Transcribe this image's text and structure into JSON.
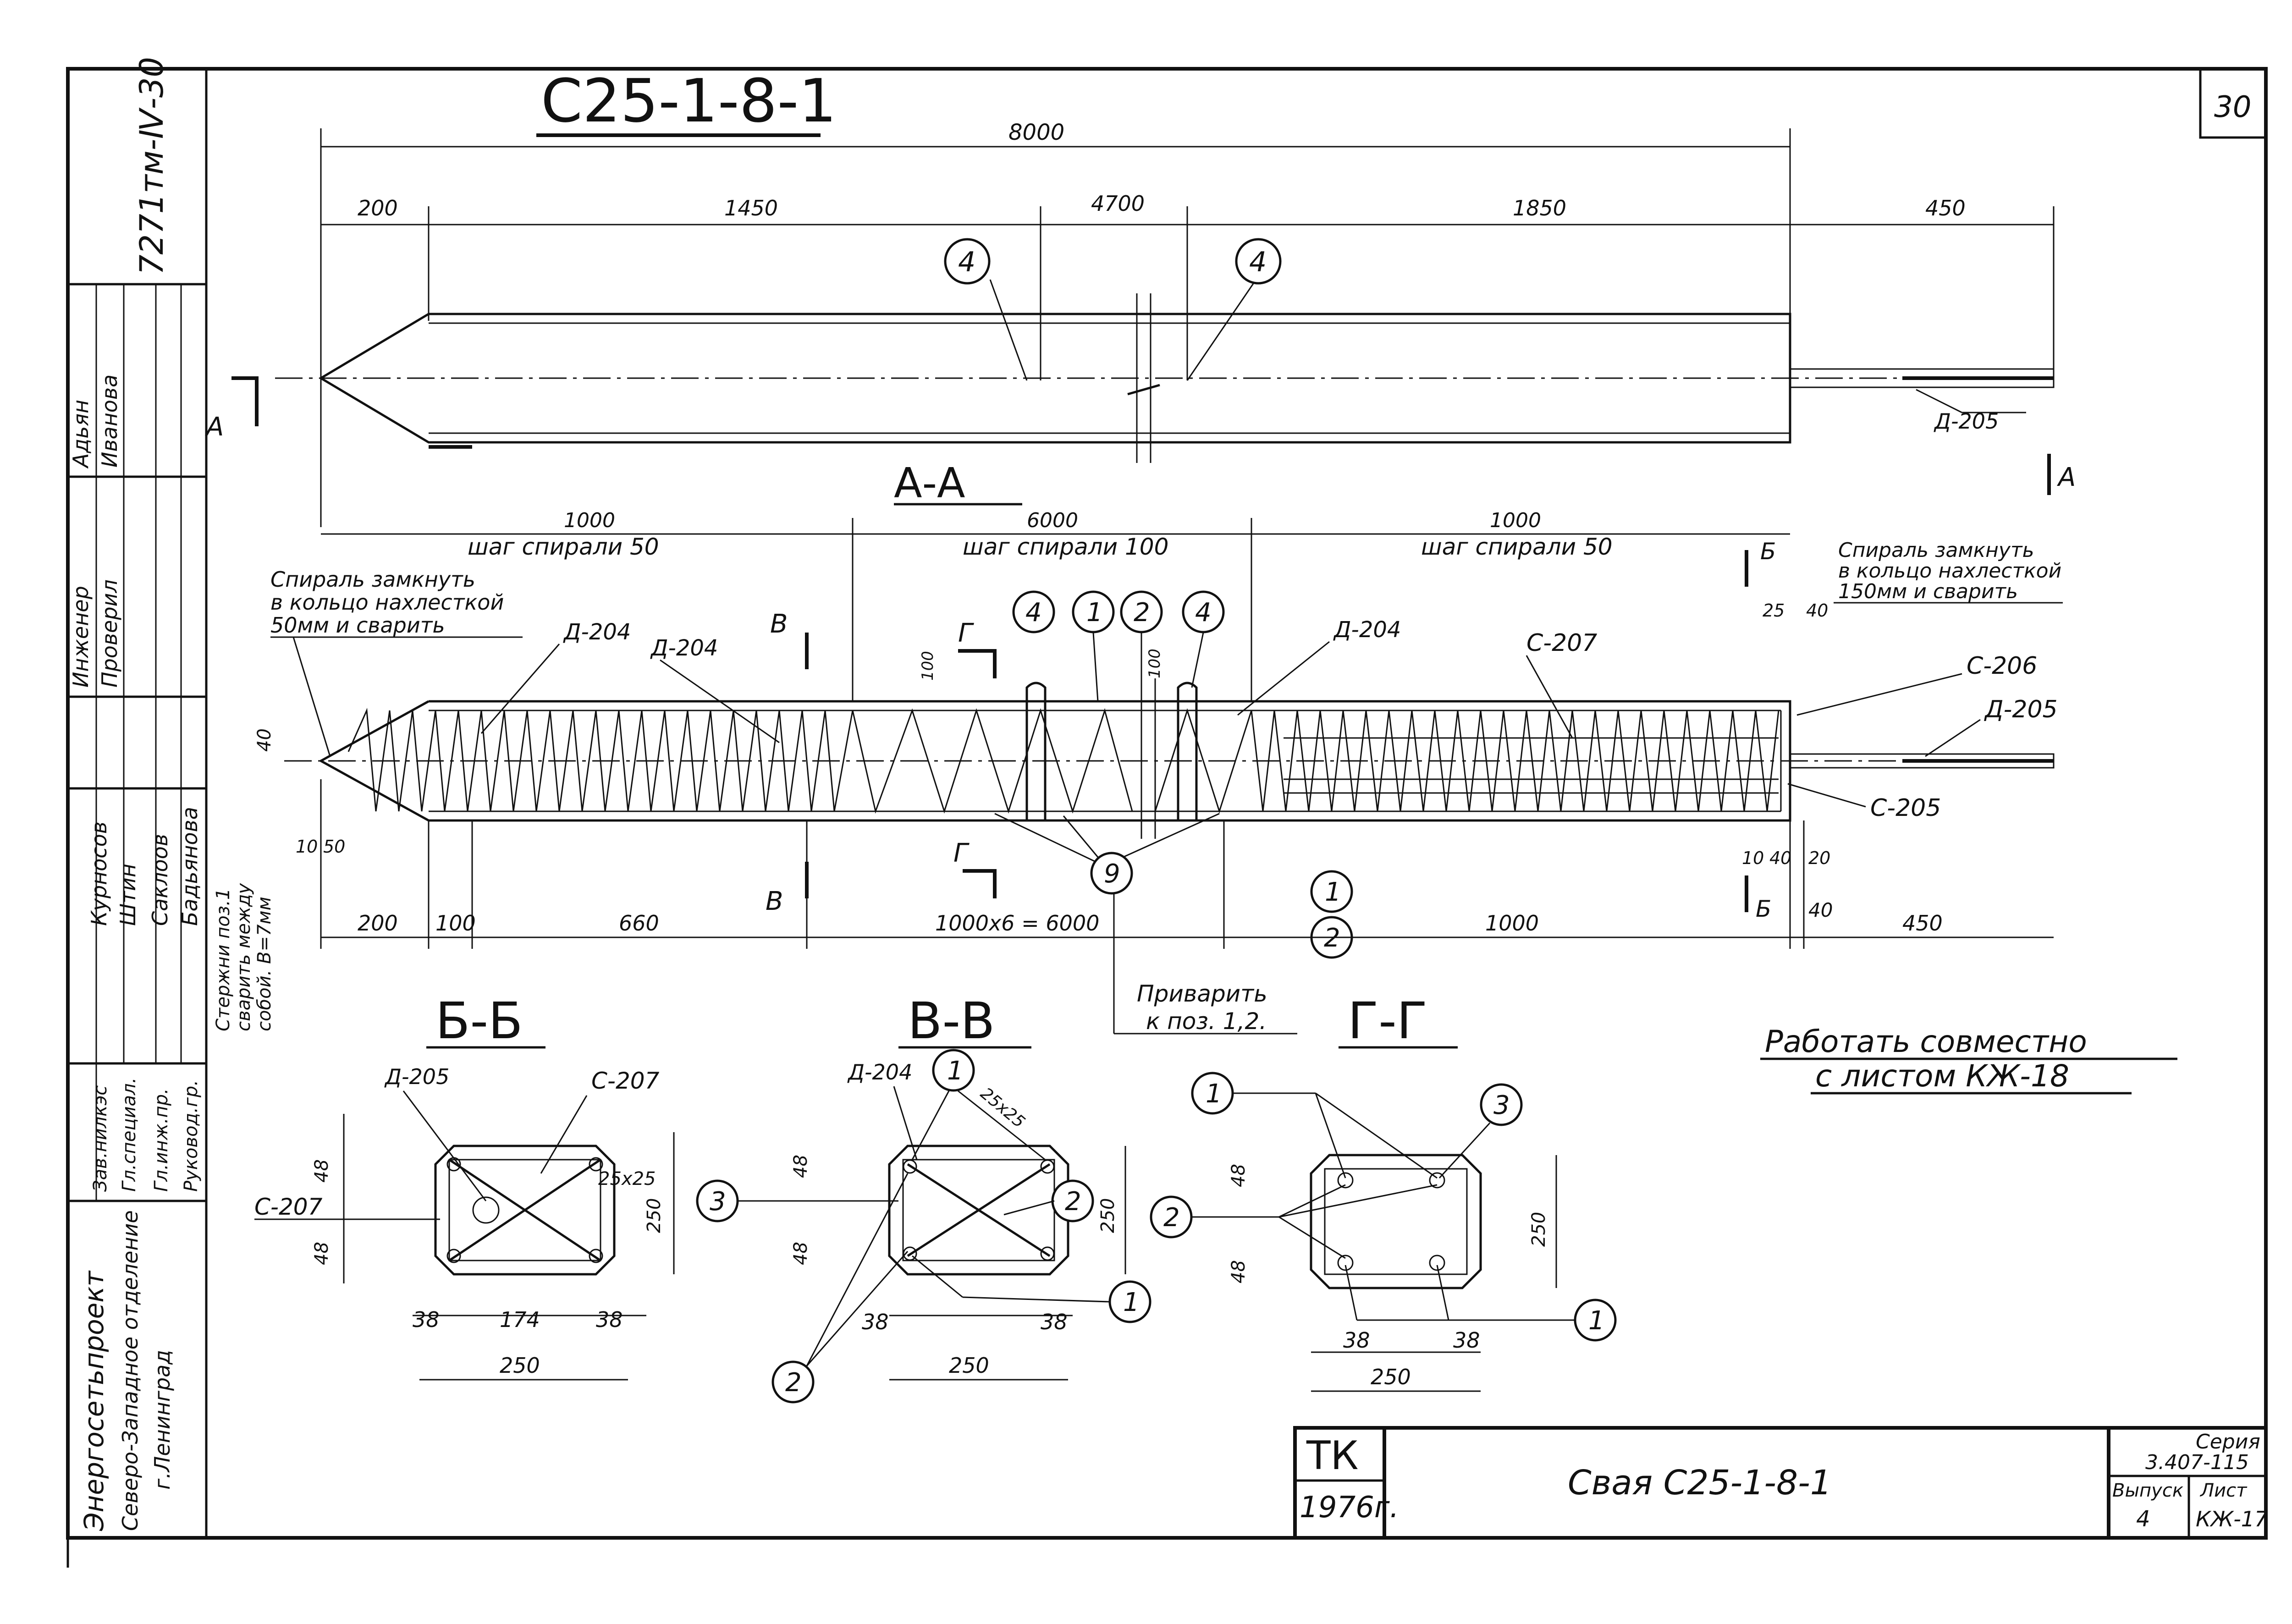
{
  "sheet_no": "30",
  "code_side": "7271тм-Ⅳ-30",
  "pile_mark": "С25-1-8-1",
  "dims_top": {
    "total": "8000",
    "d200": "200",
    "d1450": "1450",
    "d4700": "4700",
    "d1850": "1850",
    "d450": "450"
  },
  "callouts": {
    "c4": "4",
    "c1": "1",
    "c2": "2",
    "c3": "3",
    "c9": "9"
  },
  "labels": {
    "d205": "Д-205",
    "d204": "Д-204",
    "c207": "С-207",
    "c206": "С-206",
    "c205": "С-205",
    "sect_a": "А",
    "sect_aa": "А-А",
    "sect_b": "Б",
    "sect_v": "В",
    "sect_g": "Г"
  },
  "elev": {
    "d1000a": "1000",
    "step50a": "шаг спирали 50",
    "d6000": "6000",
    "step100": "шаг спирали 100",
    "d1000b": "1000",
    "step50b": "шаг спирали 50",
    "note_left": [
      "Спираль замкнуть",
      "в кольцо нахлесткой",
      "50мм и сварить"
    ],
    "note_right": [
      "Спираль замкнуть",
      "в кольцо нахлесткой",
      "150мм и сварить"
    ],
    "d25": "25",
    "d40": "40",
    "d10": "10",
    "d20": "20",
    "d100": "100",
    "d40v": "40",
    "d10b": "10",
    "d50b": "50",
    "bot_200": "200",
    "bot_100": "100",
    "bot_660": "660",
    "bot_1000x6": "1000х6 = 6000",
    "bot_1000": "1000",
    "bot_40": "40",
    "bot_450": "450",
    "weld": [
      "Приварить",
      "к поз. 1,2."
    ],
    "side_note": [
      "Стержни поз.1",
      "сварить между",
      "собой. В=7мм"
    ]
  },
  "sections": {
    "bb": "Б-Б",
    "vv": "В-В",
    "gg": "Г-Г",
    "d48": "48",
    "d250": "250",
    "d38": "38",
    "d174": "174",
    "d25x25": "25х25"
  },
  "note_joint": [
    "Работать совместно",
    "с листом КЖ-18"
  ],
  "titleblock": {
    "tk": "ТК",
    "year": "1976г.",
    "title": "Свая С25-1-8-1",
    "series_label": "Серия",
    "series": "3.407-115",
    "issue_label": "Выпуск",
    "issue": "4",
    "sheet_label": "Лист",
    "sheet": "КЖ-17"
  },
  "stamp": {
    "org1": "Энергосетьпроект",
    "org2": "Северо-Западное отделение",
    "org3": "г.Ленинград",
    "roles": [
      "Зав.нилкэс",
      "Гл.специал.",
      "Гл.инж.пр.",
      "Руковод.гр."
    ],
    "names1": [
      "Курносов",
      "Штин",
      "Саклоов",
      "Бадьянова"
    ],
    "role2": [
      "Инженер",
      "Проверил"
    ],
    "names2": [
      "Адьян",
      "Иванова"
    ]
  }
}
